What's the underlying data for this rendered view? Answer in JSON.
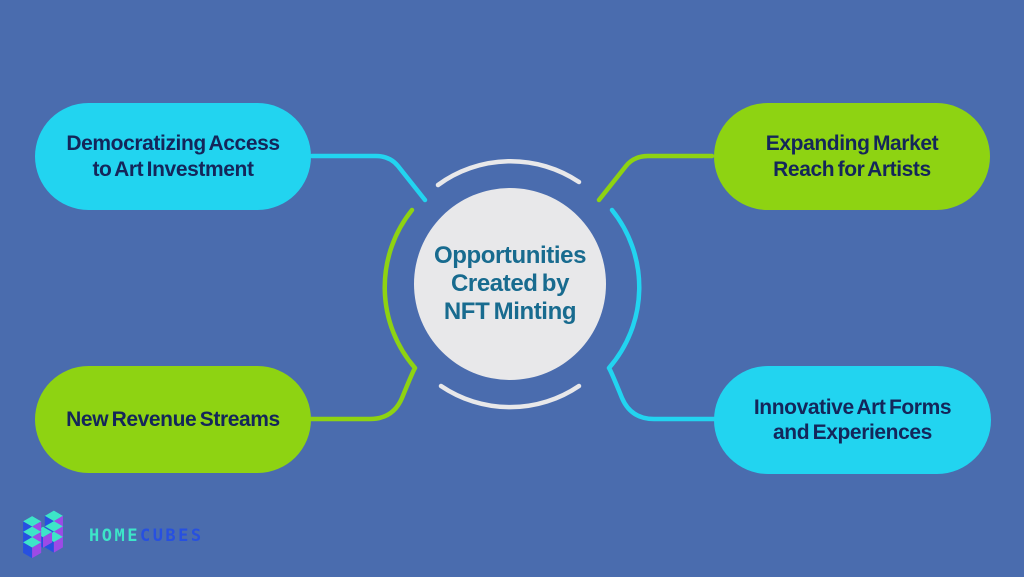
{
  "colors": {
    "background": "#4a6cae",
    "cyan": "#22d4f0",
    "green": "#8ed312",
    "circle": "#e8e8ea",
    "arc": "#e8e8ea",
    "center_text": "#186b8f",
    "node_text": "#14265a",
    "logo_teal": "#3de5c8",
    "logo_blue": "#2750e0",
    "logo_purple": "#9d4ae6"
  },
  "center": {
    "lines": [
      "Opportunities",
      "Created by",
      "NFT Minting"
    ]
  },
  "nodes": [
    {
      "position": "top-left",
      "color": "cyan",
      "lines": [
        "Democratizing Access",
        "to Art Investment"
      ]
    },
    {
      "position": "top-right",
      "color": "green",
      "lines": [
        "Expanding Market",
        "Reach for Artists"
      ]
    },
    {
      "position": "bottom-left",
      "color": "green",
      "lines": [
        "New Revenue Streams"
      ]
    },
    {
      "position": "bottom-right",
      "color": "cyan",
      "lines": [
        "Innovative Art Forms",
        "and Experiences"
      ]
    }
  ],
  "logo": {
    "home": "HOME",
    "cubes": "CUBES"
  }
}
